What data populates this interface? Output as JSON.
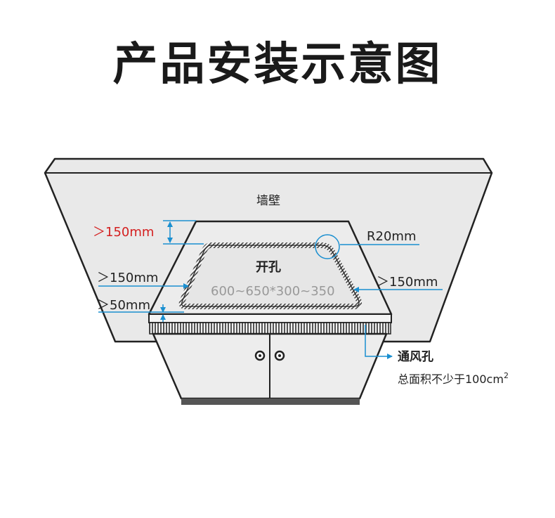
{
  "title": "产品安装示意图",
  "labels": {
    "wall": "墙壁",
    "top_clearance": "＞150mm",
    "corner_radius": "R20mm",
    "left_clearance": "＞150mm",
    "right_clearance": "＞150mm",
    "front_clearance": "＞50mm",
    "cutout": "开孔",
    "cutout_size": "600~650*300~350",
    "vent": "通风孔",
    "vent_area": "总面积不少于100cm",
    "vent_area_sup": "2"
  },
  "colors": {
    "wall": "#e9e9e9",
    "outline": "#222222",
    "highlight": "#d41f1f",
    "dimension": "#1a8fd0",
    "plinth": "#555555",
    "text": "#222222",
    "muted": "#999999"
  }
}
